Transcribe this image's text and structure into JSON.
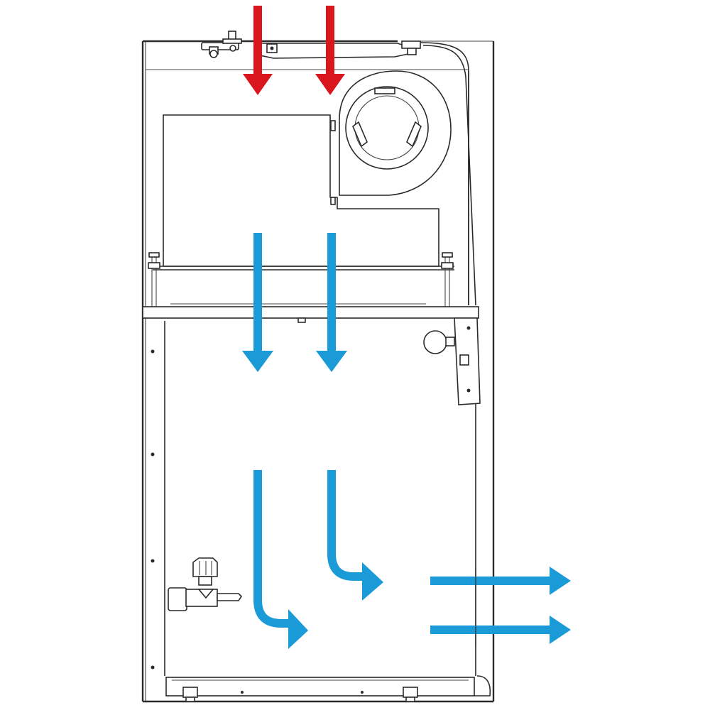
{
  "diagram": {
    "subject": "cabinet-airflow-cross-section",
    "colors": {
      "line": "#2a2a2a",
      "intake_arrow": "#d9151e",
      "flow_arrow": "#1a9ad6",
      "background": "#ffffff"
    },
    "arrows": [
      {
        "id": "intake-left",
        "kind": "intake",
        "direction": "down"
      },
      {
        "id": "intake-right",
        "kind": "intake",
        "direction": "down"
      },
      {
        "id": "downflow-upper-left",
        "kind": "flow",
        "direction": "down"
      },
      {
        "id": "downflow-upper-right",
        "kind": "flow",
        "direction": "down"
      },
      {
        "id": "downflow-lower-left",
        "kind": "flow",
        "direction": "down-then-right"
      },
      {
        "id": "downflow-lower-right",
        "kind": "flow",
        "direction": "down-then-right"
      },
      {
        "id": "exhaust-upper",
        "kind": "flow",
        "direction": "right"
      },
      {
        "id": "exhaust-lower",
        "kind": "flow",
        "direction": "right"
      }
    ]
  }
}
